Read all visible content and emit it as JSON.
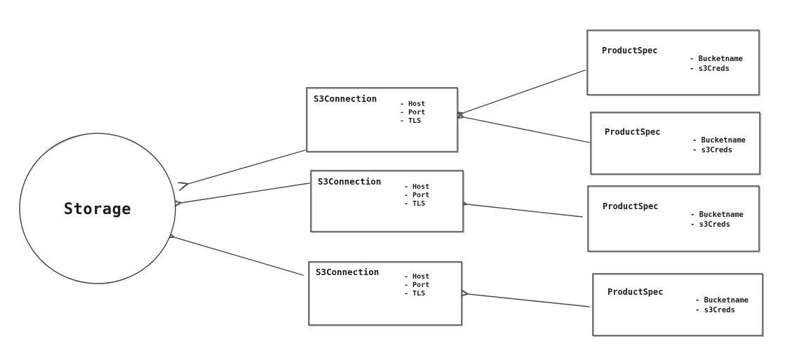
{
  "diagram": {
    "background_color": "#ffffff",
    "stroke_color": "#4a4a4a",
    "text_color": "#1c1c1c",
    "storage": {
      "label": "Storage"
    },
    "s3_connections": [
      {
        "label": "S3Connection",
        "attributes": [
          "- Host",
          "- Port",
          "- TLS"
        ]
      },
      {
        "label": "S3Connection",
        "attributes": [
          "- Host",
          "- Port",
          "- TLS"
        ]
      },
      {
        "label": "S3Connection",
        "attributes": [
          "- Host",
          "- Port",
          "- TLS"
        ]
      }
    ],
    "product_specs": [
      {
        "label": "ProductSpec",
        "attributes": [
          "- Bucketname",
          "- s3Creds"
        ]
      },
      {
        "label": "ProductSpec",
        "attributes": [
          "- Bucketname",
          "- s3Creds"
        ]
      },
      {
        "label": "ProductSpec",
        "attributes": [
          "- Bucketname",
          "- s3Creds"
        ]
      },
      {
        "label": "ProductSpec",
        "attributes": [
          "- Bucketname",
          "- s3Creds"
        ]
      }
    ],
    "edges": [
      {
        "from": "s3-connection-1",
        "to": "storage"
      },
      {
        "from": "s3-connection-2",
        "to": "storage"
      },
      {
        "from": "s3-connection-3",
        "to": "storage"
      },
      {
        "from": "product-spec-1",
        "to": "s3-connection-1"
      },
      {
        "from": "product-spec-2",
        "to": "s3-connection-1"
      },
      {
        "from": "product-spec-3",
        "to": "s3-connection-2"
      },
      {
        "from": "product-spec-4",
        "to": "s3-connection-3"
      }
    ]
  }
}
